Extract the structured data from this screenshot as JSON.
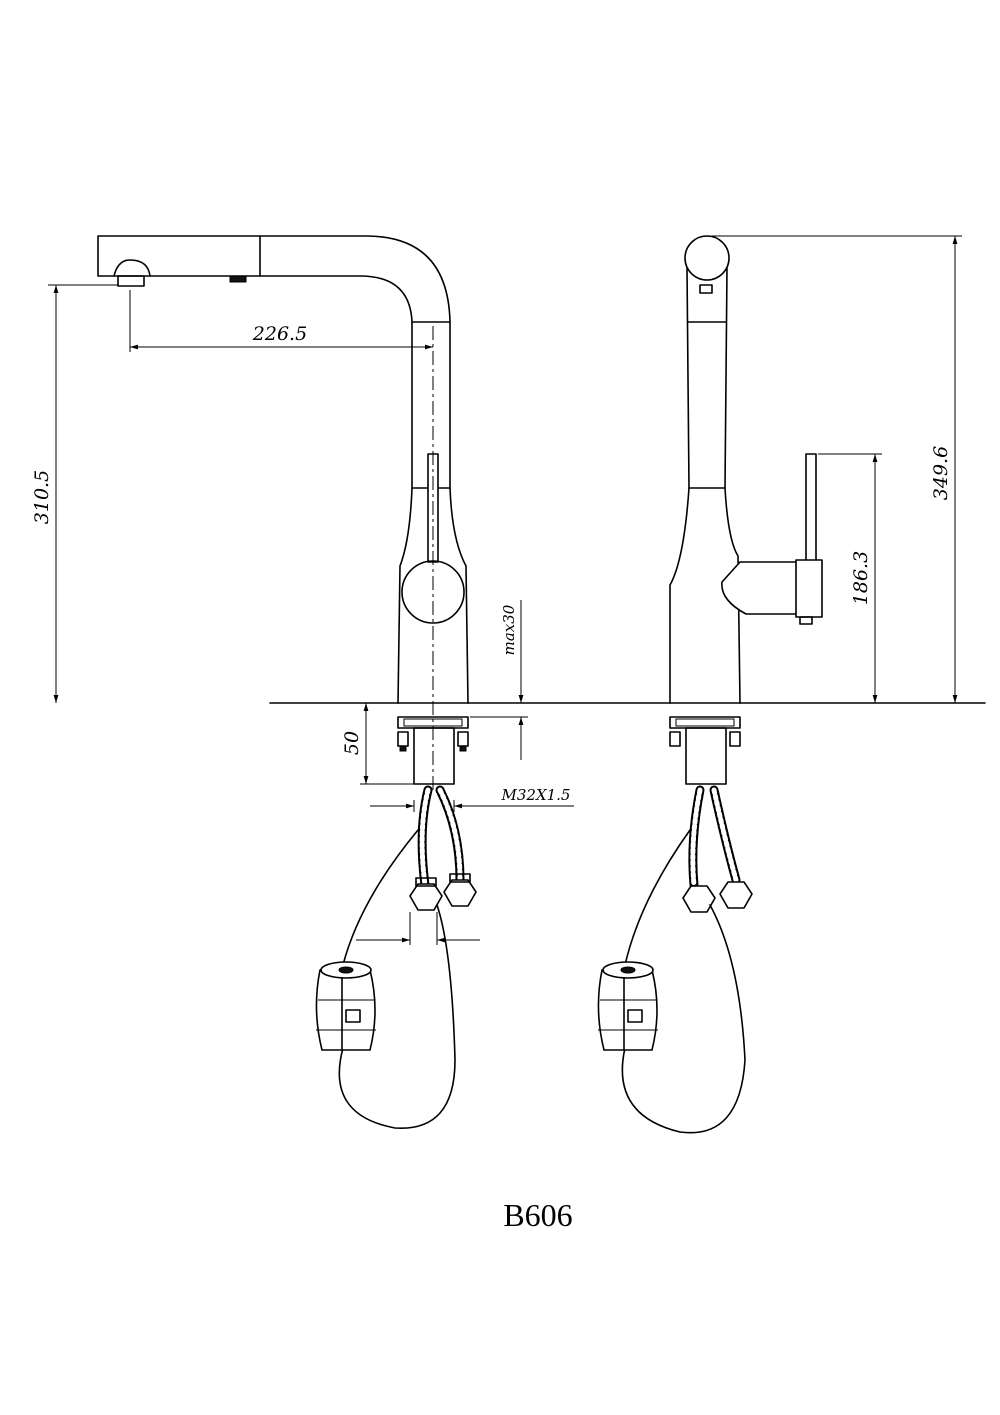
{
  "diagram": {
    "model": "B606",
    "dimensions": {
      "spout_reach": "226.5",
      "outlet_height": "310.5",
      "total_height": "349.6",
      "lever_height": "186.3",
      "max_deck_thickness": "max30",
      "shank_length": "50",
      "thread": "M32X1.5"
    }
  }
}
